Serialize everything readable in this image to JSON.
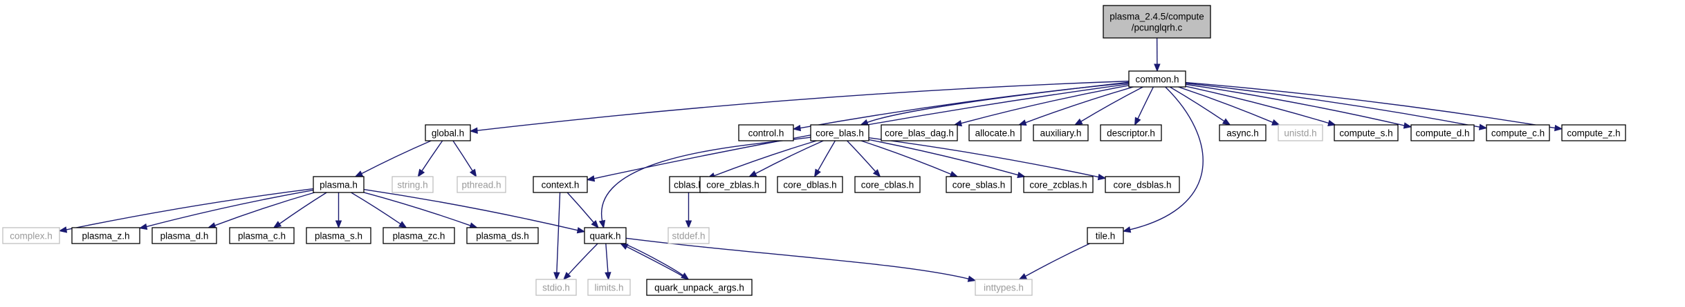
{
  "title": "plasma_2.4.5/compute/pcunglqrh.c",
  "nodes": [
    {
      "id": "root",
      "lines": [
        "plasma_2.4.5/compute",
        "/pcunglqrh.c"
      ],
      "style": "root"
    },
    {
      "id": "common",
      "lines": [
        "common.h"
      ],
      "style": "normal"
    },
    {
      "id": "global",
      "lines": [
        "global.h"
      ],
      "style": "normal"
    },
    {
      "id": "context",
      "lines": [
        "context.h"
      ],
      "style": "normal"
    },
    {
      "id": "control",
      "lines": [
        "control.h"
      ],
      "style": "normal"
    },
    {
      "id": "core_blas",
      "lines": [
        "core_blas.h"
      ],
      "style": "normal"
    },
    {
      "id": "core_blas_dag",
      "lines": [
        "core_blas_dag.h"
      ],
      "style": "normal"
    },
    {
      "id": "allocate",
      "lines": [
        "allocate.h"
      ],
      "style": "normal"
    },
    {
      "id": "auxiliary",
      "lines": [
        "auxiliary.h"
      ],
      "style": "normal"
    },
    {
      "id": "descriptor",
      "lines": [
        "descriptor.h"
      ],
      "style": "normal"
    },
    {
      "id": "async",
      "lines": [
        "async.h"
      ],
      "style": "normal"
    },
    {
      "id": "unistd",
      "lines": [
        "unistd.h"
      ],
      "style": "missing"
    },
    {
      "id": "compute_s",
      "lines": [
        "compute_s.h"
      ],
      "style": "normal"
    },
    {
      "id": "compute_d",
      "lines": [
        "compute_d.h"
      ],
      "style": "normal"
    },
    {
      "id": "compute_c",
      "lines": [
        "compute_c.h"
      ],
      "style": "normal"
    },
    {
      "id": "compute_z",
      "lines": [
        "compute_z.h"
      ],
      "style": "normal"
    },
    {
      "id": "plasma",
      "lines": [
        "plasma.h"
      ],
      "style": "normal"
    },
    {
      "id": "string",
      "lines": [
        "string.h"
      ],
      "style": "missing"
    },
    {
      "id": "pthread",
      "lines": [
        "pthread.h"
      ],
      "style": "missing"
    },
    {
      "id": "cblas",
      "lines": [
        "cblas.h"
      ],
      "style": "normal"
    },
    {
      "id": "core_zblas",
      "lines": [
        "core_zblas.h"
      ],
      "style": "normal"
    },
    {
      "id": "core_dblas",
      "lines": [
        "core_dblas.h"
      ],
      "style": "normal"
    },
    {
      "id": "core_cblas",
      "lines": [
        "core_cblas.h"
      ],
      "style": "normal"
    },
    {
      "id": "core_sblas",
      "lines": [
        "core_sblas.h"
      ],
      "style": "normal"
    },
    {
      "id": "core_zcblas",
      "lines": [
        "core_zcblas.h"
      ],
      "style": "normal"
    },
    {
      "id": "core_dsblas",
      "lines": [
        "core_dsblas.h"
      ],
      "style": "normal"
    },
    {
      "id": "stddef",
      "lines": [
        "stddef.h"
      ],
      "style": "missing"
    },
    {
      "id": "complex",
      "lines": [
        "complex.h"
      ],
      "style": "missing"
    },
    {
      "id": "plasma_z",
      "lines": [
        "plasma_z.h"
      ],
      "style": "normal"
    },
    {
      "id": "plasma_d",
      "lines": [
        "plasma_d.h"
      ],
      "style": "normal"
    },
    {
      "id": "plasma_c",
      "lines": [
        "plasma_c.h"
      ],
      "style": "normal"
    },
    {
      "id": "plasma_s",
      "lines": [
        "plasma_s.h"
      ],
      "style": "normal"
    },
    {
      "id": "plasma_zc",
      "lines": [
        "plasma_zc.h"
      ],
      "style": "normal"
    },
    {
      "id": "plasma_ds",
      "lines": [
        "plasma_ds.h"
      ],
      "style": "normal"
    },
    {
      "id": "quark",
      "lines": [
        "quark.h"
      ],
      "style": "normal"
    },
    {
      "id": "tile",
      "lines": [
        "tile.h"
      ],
      "style": "normal"
    },
    {
      "id": "stdio",
      "lines": [
        "stdio.h"
      ],
      "style": "missing"
    },
    {
      "id": "limits",
      "lines": [
        "limits.h"
      ],
      "style": "missing"
    },
    {
      "id": "quark_unpack_args",
      "lines": [
        "quark_unpack_args.h"
      ],
      "style": "normal"
    },
    {
      "id": "inttypes",
      "lines": [
        "inttypes.h"
      ],
      "style": "missing"
    }
  ],
  "edges": [
    [
      "root",
      "common"
    ],
    [
      "common",
      "global"
    ],
    [
      "common",
      "context"
    ],
    [
      "common",
      "control"
    ],
    [
      "common",
      "core_blas"
    ],
    [
      "common",
      "core_blas_dag"
    ],
    [
      "common",
      "allocate"
    ],
    [
      "common",
      "auxiliary"
    ],
    [
      "common",
      "descriptor"
    ],
    [
      "common",
      "tile"
    ],
    [
      "common",
      "async"
    ],
    [
      "common",
      "unistd"
    ],
    [
      "common",
      "compute_s"
    ],
    [
      "common",
      "compute_d"
    ],
    [
      "common",
      "compute_c"
    ],
    [
      "common",
      "compute_z"
    ],
    [
      "global",
      "plasma"
    ],
    [
      "global",
      "string"
    ],
    [
      "global",
      "pthread"
    ],
    [
      "plasma",
      "complex"
    ],
    [
      "plasma",
      "plasma_z"
    ],
    [
      "plasma",
      "plasma_d"
    ],
    [
      "plasma",
      "plasma_c"
    ],
    [
      "plasma",
      "plasma_s"
    ],
    [
      "plasma",
      "plasma_zc"
    ],
    [
      "plasma",
      "plasma_ds"
    ],
    [
      "plasma",
      "quark"
    ],
    [
      "context",
      "stdio"
    ],
    [
      "context",
      "quark"
    ],
    [
      "core_blas",
      "quark"
    ],
    [
      "core_blas",
      "cblas"
    ],
    [
      "core_blas",
      "core_zblas"
    ],
    [
      "core_blas",
      "core_dblas"
    ],
    [
      "core_blas",
      "core_cblas"
    ],
    [
      "core_blas",
      "core_sblas"
    ],
    [
      "core_blas",
      "core_zcblas"
    ],
    [
      "core_blas",
      "core_dsblas"
    ],
    [
      "cblas",
      "stddef"
    ],
    [
      "quark",
      "stdio"
    ],
    [
      "quark",
      "limits"
    ],
    [
      "quark",
      "quark_unpack_args"
    ],
    [
      "quark",
      "inttypes"
    ],
    [
      "quark_unpack_args",
      "quark"
    ],
    [
      "tile",
      "inttypes"
    ]
  ]
}
